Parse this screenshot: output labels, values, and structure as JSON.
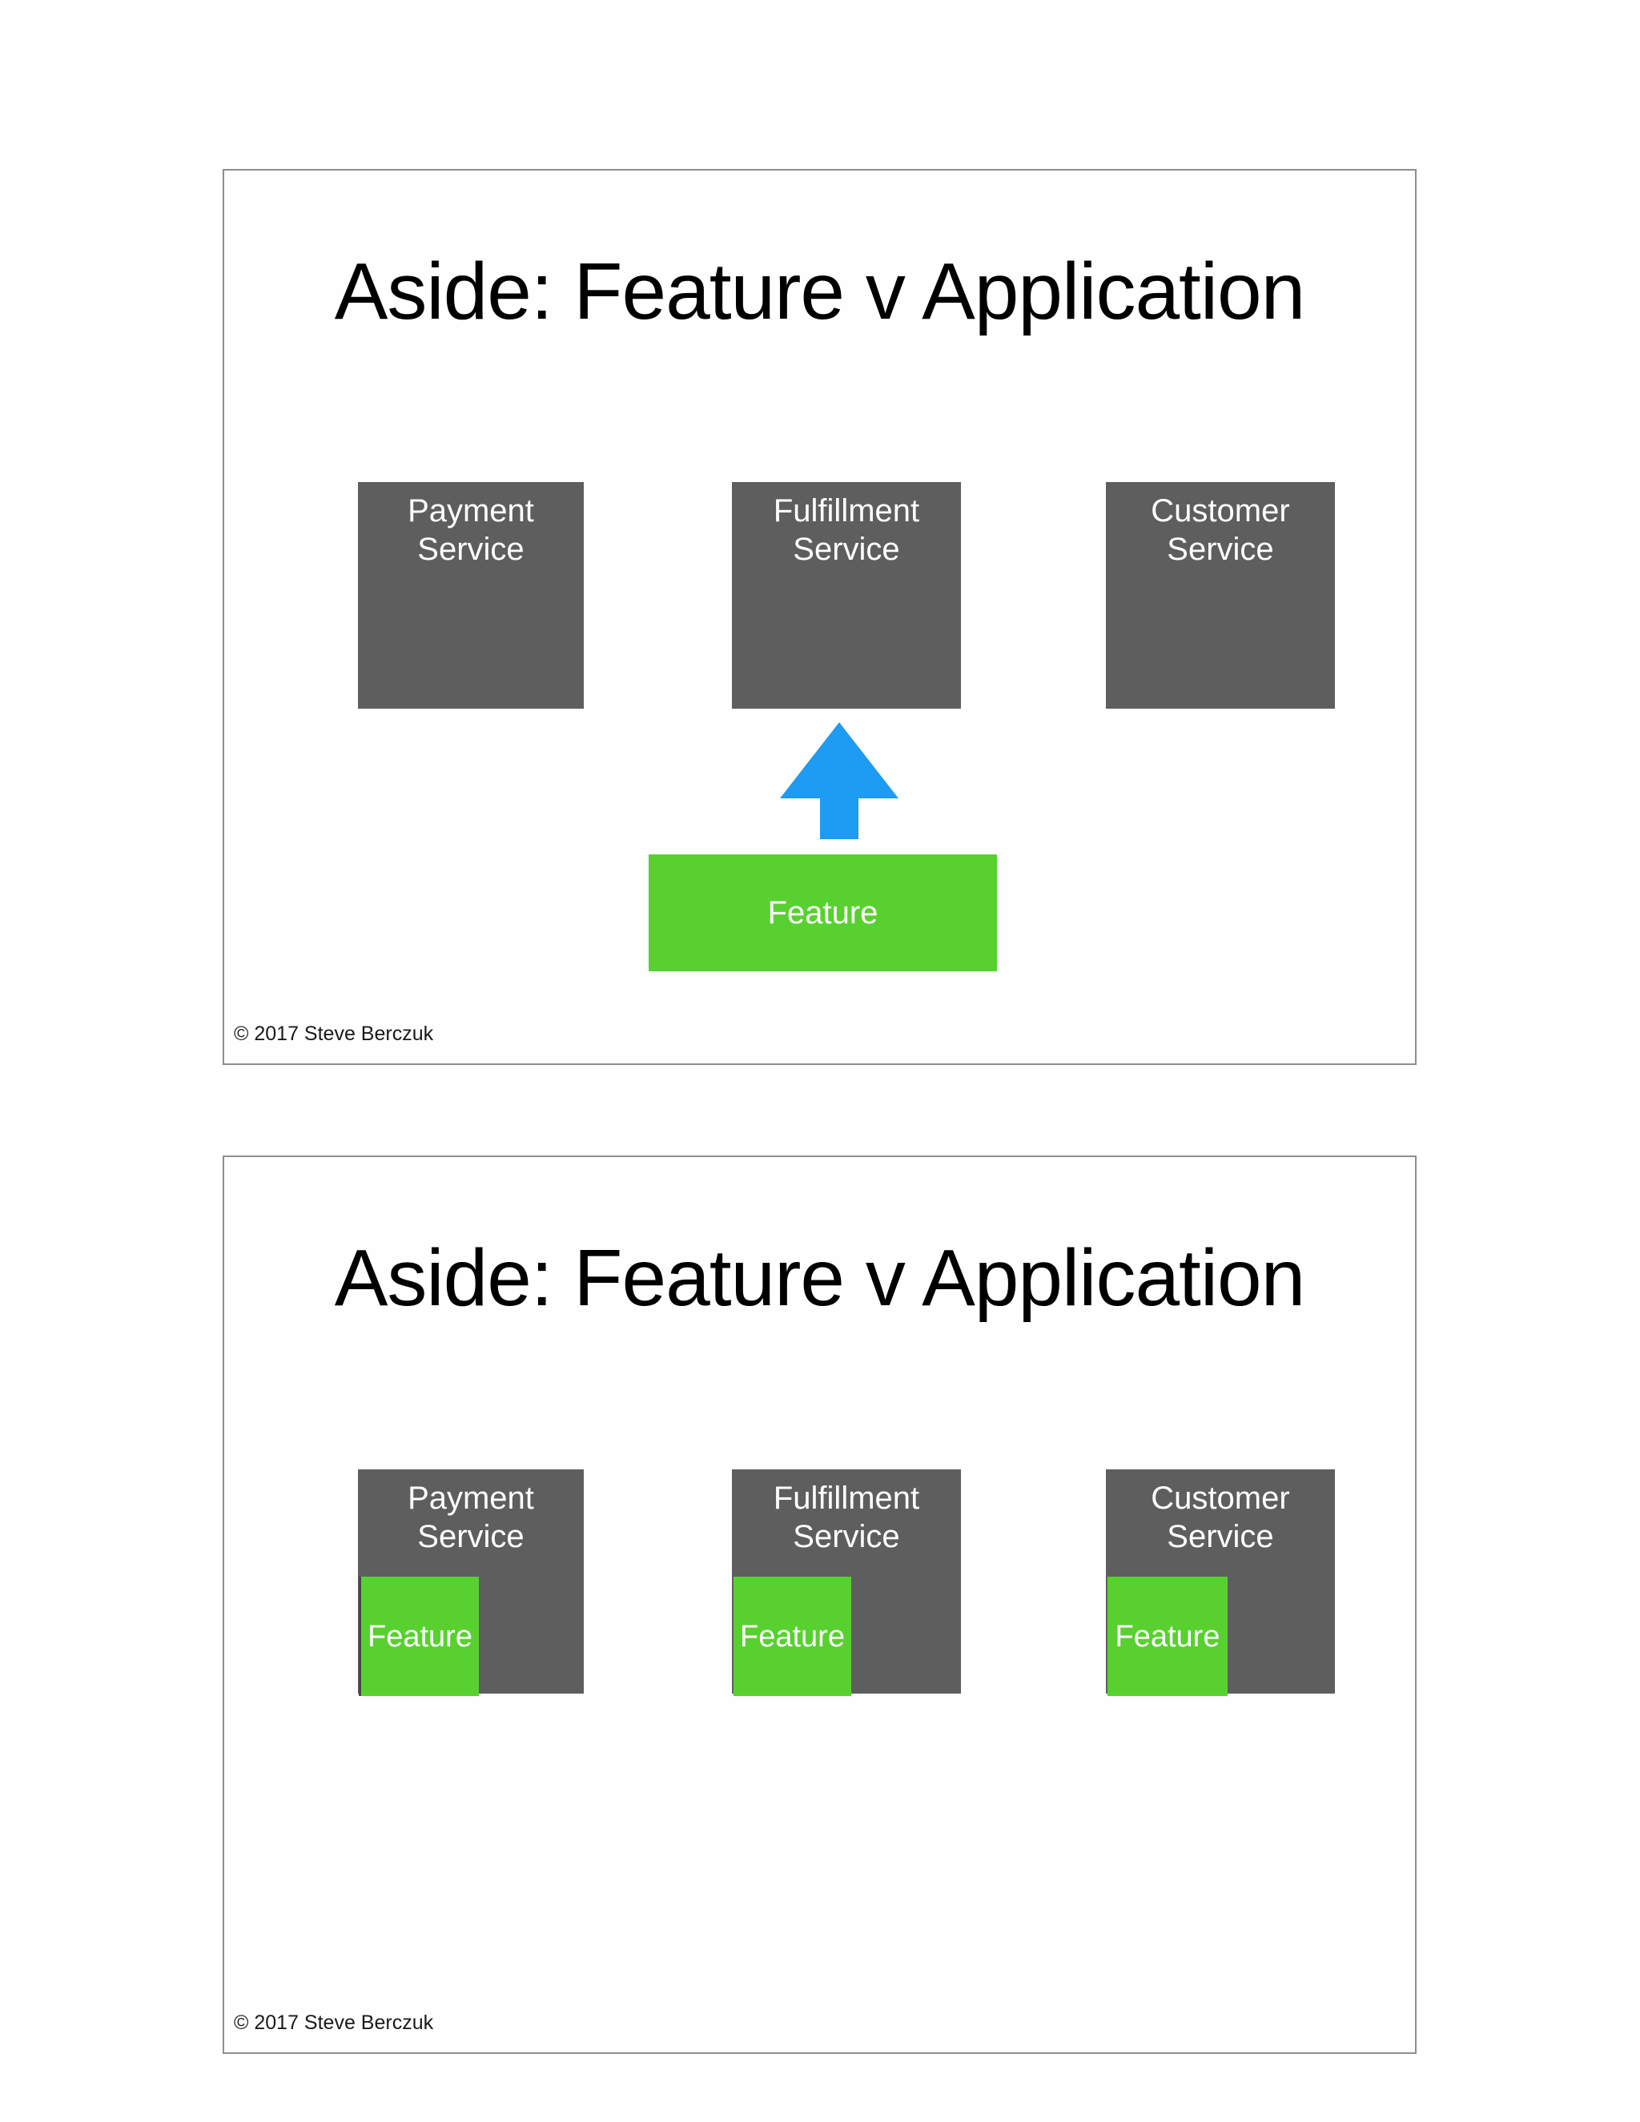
{
  "colors": {
    "page_bg": "#ffffff",
    "slide_bg": "#fefefe",
    "slide_border": "#8e8e8e",
    "service_box": "#5e5e5e",
    "feature_box": "#58d130",
    "arrow_blue": "#1e9bf3",
    "box_text": "#ffffff",
    "title_text": "#000000",
    "copyright_text": "#1a1a1a"
  },
  "slide1": {
    "title": "Aside: Feature v Application",
    "services": [
      {
        "label": "Payment Service"
      },
      {
        "label": "Fulfillment Service"
      },
      {
        "label": "Customer Service"
      }
    ],
    "feature_label": "Feature",
    "copyright": "© 2017 Steve Berczuk"
  },
  "slide2": {
    "title": "Aside: Feature v Application",
    "services": [
      {
        "label": "Payment Service",
        "feature_label": "Feature"
      },
      {
        "label": "Fulfillment Service",
        "feature_label": "Feature"
      },
      {
        "label": "Customer Service",
        "feature_label": "Feature"
      }
    ],
    "copyright": "© 2017 Steve Berczuk"
  }
}
